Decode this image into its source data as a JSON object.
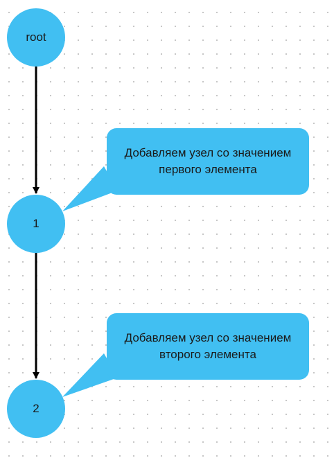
{
  "nodes": [
    {
      "id": "root",
      "label": "root"
    },
    {
      "id": "n1",
      "label": "1"
    },
    {
      "id": "n2",
      "label": "2"
    }
  ],
  "edges": [
    {
      "from": "root",
      "to": "n1"
    },
    {
      "from": "n1",
      "to": "n2"
    }
  ],
  "callouts": [
    {
      "target": "n1",
      "text": "Добавляем узел со значением первого элемента"
    },
    {
      "target": "n2",
      "text": "Добавляем узел со значением второго элемента"
    }
  ],
  "colors": {
    "node_fill": "#41bff2",
    "edge": "#000000",
    "text": "#1a1a1a",
    "grid_dot": "#c4c4c4"
  }
}
